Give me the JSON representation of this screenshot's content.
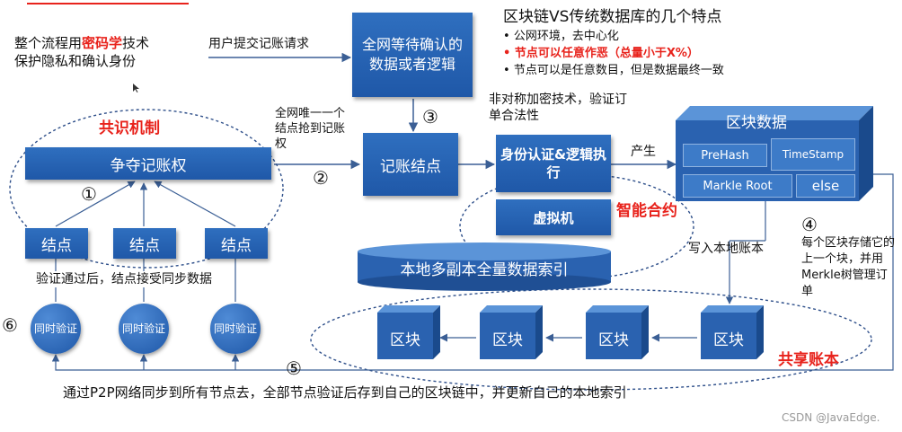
{
  "intro": {
    "line1_pre": "整个流程用",
    "line1_em": "密码学",
    "line1_post": "技术",
    "line2": "保护隐私和确认身份"
  },
  "user_submit": "用户提交记账请求",
  "top_box": "全网等待确认的数据或者逻辑",
  "features": {
    "title": "区块链VS传统数据库的几个特点",
    "items": [
      "公网环境，去中心化",
      "节点可以任意作恶（总量小于X%）",
      "节点可以是任意数目，但是数据最终一致"
    ]
  },
  "consensus": "共识机制",
  "compete_box": "争夺记账权",
  "unique_node": "全网唯一一个结点抢到记账权",
  "accounting_node": "记账结点",
  "crypto_note": "非对称加密技术，验证订单合法性",
  "identity_box": "身份认证&逻辑执行",
  "vm_box": "虚拟机",
  "smart_contract": "智能合约",
  "produce": "产生",
  "block_data": {
    "title": "区块数据",
    "prehash": "PreHash",
    "timestamp": "TimeStamp",
    "merkle": "Markle Root",
    "else": "else"
  },
  "write_local": "写入本地账本",
  "block_note": "每个区块存储它的上一个块，并用Merkle树管理订单",
  "local_index": "本地多副本全量数据索引",
  "nodes": [
    "结点",
    "结点",
    "结点"
  ],
  "sync_note": "验证通过后，结点接受同步数据",
  "verify": [
    "同时验证",
    "同时验证",
    "同时验证"
  ],
  "blocks": [
    "区块",
    "区块",
    "区块",
    "区块"
  ],
  "shared_ledger": "共享账本",
  "bottom_note": "通过P2P网络同步到所有节点去，全部节点验证后存到自己的区块链中，并更新自己的本地索引",
  "watermark": "CSDN @JavaEdge.",
  "step_labels": [
    "①",
    "②",
    "③",
    "④",
    "⑤",
    "⑥"
  ]
}
